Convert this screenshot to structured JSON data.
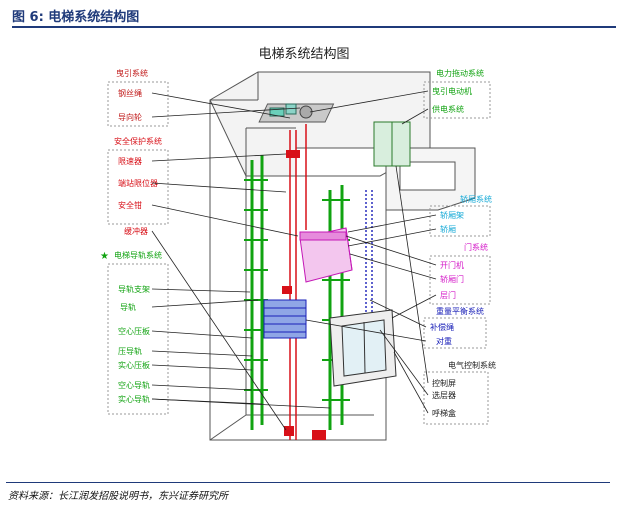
{
  "header": {
    "figure_title": "图 6: 电梯系统结构图"
  },
  "diagram": {
    "title": "电梯系统结构图",
    "labels": {
      "traction_system": "曳引系统",
      "wire_rope": "钢丝绳",
      "guide_wheel": "导向轮",
      "safety_system": "安全保护系统",
      "speed_limiter": "限速器",
      "end_limiter": "端站限位器",
      "safety_gear": "安全钳",
      "buffer": "缓冲器",
      "guide_system": "电梯导轨系统",
      "rail_bracket": "导轨支架",
      "guide_rail": "导轨",
      "hollow_pressing_plate": "空心压板",
      "pressing_rail": "压导轨",
      "solid_pressing_plate": "实心压板",
      "hollow_guide_rail": "空心导轨",
      "solid_guide_rail": "实心导轨",
      "power_drive": "电力拖动系统",
      "traction_motor": "曳引电动机",
      "power_supply": "供电系统",
      "car_system": "轿厢系统",
      "car_frame": "轿厢架",
      "car_body": "轿厢",
      "door_system": "门系统",
      "door_opener": "开门机",
      "car_door": "轿厢门",
      "hall_door": "层门",
      "weight_balance": "重量平衡系统",
      "compensation_rope": "补偿绳",
      "counterweight": "对重",
      "electric_control": "电气控制系统",
      "control_cabinet": "控制屏",
      "floor_selector": "选层器",
      "call_box": "呼梯盒"
    },
    "colors": {
      "traction": "#c01818",
      "safety": "#d81018",
      "guide": "#11a311",
      "car": "#12a8d6",
      "door": "#d41ac8",
      "balance": "#1a20b8",
      "control": "#222222",
      "drive": "#11a311"
    }
  },
  "source_note": "资料来源：长江润发招股说明书，东兴证券研究所"
}
